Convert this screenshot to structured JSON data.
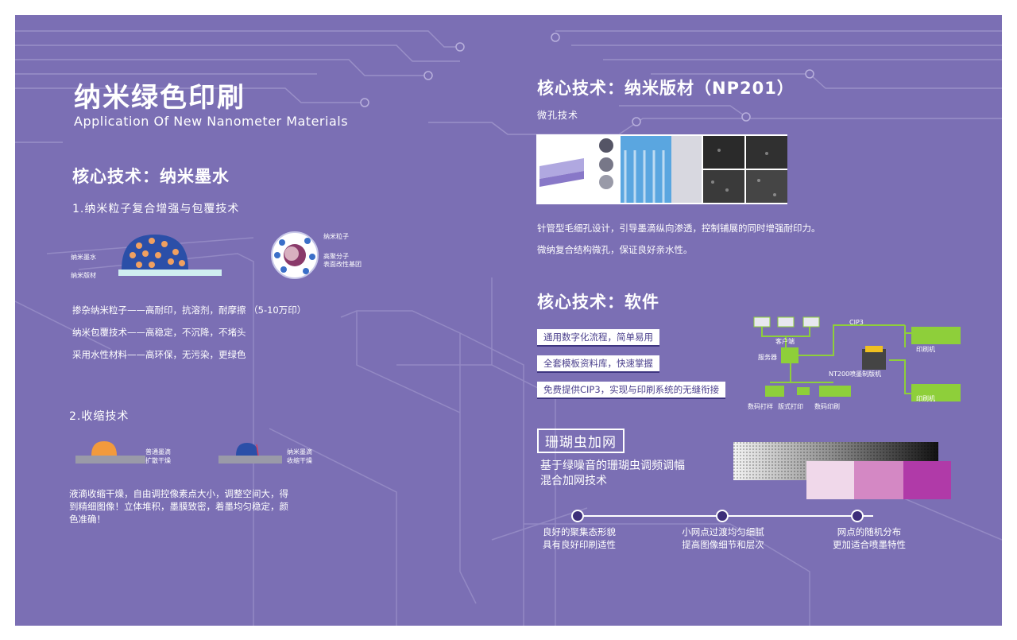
{
  "header": {
    "title": "纳米绿色印刷",
    "subtitle": "Application Of New Nanometer Materials"
  },
  "ink": {
    "heading": "核心技术：纳米墨水",
    "sub1": "1.纳米粒子复合增强与包覆技术",
    "diagram_labels": {
      "ink": "纳米墨水",
      "plate": "纳米版材",
      "particle": "纳米粒子",
      "polymer_1": "高聚分子",
      "polymer_2": "表面改性基团"
    },
    "bullets": [
      "掺杂纳米粒子——高耐印，抗溶剂，耐摩擦 （5-10万印）",
      "纳米包覆技术——高稳定，不沉降，不堵头",
      "采用水性材料——高环保，无污染，更绿色"
    ],
    "sub2": "2.收缩技术",
    "drop_labels": {
      "normal_1": "普通墨滴",
      "normal_2": "扩散干燥",
      "nano_1": "纳米墨滴",
      "nano_2": "收缩干燥"
    },
    "shrink_text": "液滴收缩干燥，自由调控像素点大小，调整空间大，得到精细图像！立体堆积，墨膜致密，着墨均匀稳定，颜色准确！"
  },
  "plate": {
    "heading": "核心技术：纳米版材（NP201）",
    "sub": "微孔技术",
    "line1": "针管型毛细孔设计，引导墨滴纵向渗透，控制铺展的同时增强耐印力。",
    "line2": "微纳复合结构微孔，保证良好亲水性。"
  },
  "software": {
    "heading": "核心技术：软件",
    "pills": [
      "通用数字化流程，简单易用",
      "全套模板资料库，快速掌握",
      "免费提供CIP3，实现与印刷系统的无缝衔接"
    ],
    "diagram": {
      "client": "客户端",
      "server": "服务器",
      "cip3": "CIP3",
      "ctp": "NT200喷墨制版机",
      "press_1": "印刷机",
      "press_2": "印刷机",
      "proof": "数码打样",
      "imposition": "版式打印",
      "digital_print": "数码印刷"
    }
  },
  "screening": {
    "tag": "珊瑚虫加网",
    "desc_line1": "基于绿噪音的珊瑚虫调频调幅",
    "desc_line2": "混合加网技术",
    "notes": [
      {
        "line1": "良好的聚集态形貌",
        "line2": "具有良好印刷适性"
      },
      {
        "line1": "小网点过渡均匀细腻",
        "line2": "提高图像细节和层次"
      },
      {
        "line1": "网点的随机分布",
        "line2": "更加适合喷墨特性"
      }
    ]
  },
  "colors": {
    "background": "#7b6fb4",
    "green_press": "#8ecf3a",
    "orange_drop": "#f29a3c",
    "blue_drop": "#2b4fa8",
    "magenta_screen": "#b03aa8"
  }
}
